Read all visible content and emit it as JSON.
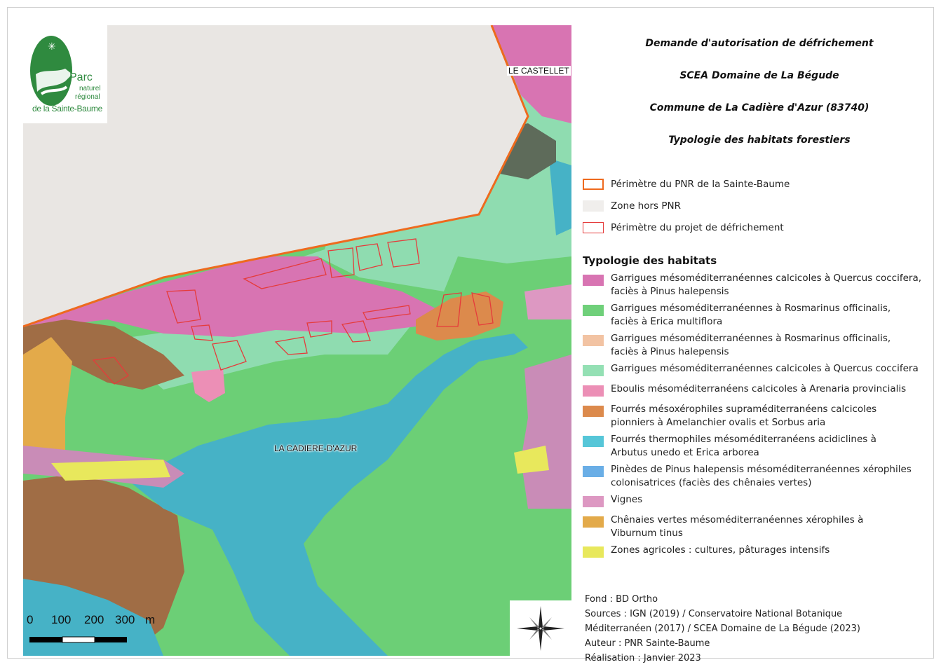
{
  "logo": {
    "parc": "Parc",
    "naturel": "naturel",
    "regional": "régional",
    "sainte_baume": "de la Sainte-Baume"
  },
  "titles": [
    "Demande d'autorisation de défrichement",
    "SCEA Domaine de La Bégude",
    "Commune de La Cadière d'Azur (83740)",
    "Typologie des habitats forestiers"
  ],
  "map_labels": {
    "castellet": "LE CASTELLET",
    "cadiere": "LA CADIERE-D'AZUR"
  },
  "legend": {
    "boundaries": [
      {
        "label": "Périmètre du PNR de la Sainte-Baume",
        "fill": "#ffffff",
        "stroke": "#ee6a1e"
      },
      {
        "label": "Zone hors PNR",
        "fill": "#f0eeec",
        "stroke": "#f0eeec"
      },
      {
        "label": "Périmètre du projet de défrichement",
        "fill": "#ffffff",
        "stroke": "#e53b3b"
      }
    ],
    "habitat_title": "Typologie des habitats",
    "habitats": [
      {
        "lines": [
          "Garrigues mésoméditerranéennes calcicoles à Quercus coccifera,",
          "faciès à Pinus halepensis"
        ],
        "color": "#d874b2"
      },
      {
        "lines": [
          "Garrigues mésoméditerranéennes à Rosmarinus officinalis,",
          "faciès à Erica multiflora"
        ],
        "color": "#6fd07a"
      },
      {
        "lines": [
          "Garrigues mésoméditerranéennes à Rosmarinus officinalis,",
          "faciès à Pinus halepensis"
        ],
        "color": "#f2c3a3"
      },
      {
        "lines": [
          "Garrigues mésoméditerranéennes calcicoles à Quercus coccifera"
        ],
        "color": "#94e0b4"
      },
      {
        "lines": [
          "Eboulis mésoméditerranéens calcicoles à Arenaria provincialis"
        ],
        "color": "#ec8fb6"
      },
      {
        "lines": [
          "Fourrés mésoxérophiles supraméditerranéens calcicoles",
          "pionniers à Amelanchier ovalis et Sorbus aria"
        ],
        "color": "#dc8a4c"
      },
      {
        "lines": [
          "Fourrés thermophiles mésoméditerranéens acidiclines à",
          "Arbutus unedo et Erica arborea"
        ],
        "color": "#56c6d8"
      },
      {
        "lines": [
          "Pinèdes de Pinus halepensis mésoméditerranéennes xérophiles",
          "colonisatrices (faciès des chênaies vertes)"
        ],
        "color": "#6aaee6"
      },
      {
        "lines": [
          "Vignes"
        ],
        "color": "#dd98c2"
      },
      {
        "lines": [
          "Chênaies vertes mésoméditerranéennes xérophiles à",
          "Viburnum tinus"
        ],
        "color": "#e3aa4a"
      },
      {
        "lines": [
          "Zones agricoles : cultures, pâturages intensifs"
        ],
        "color": "#e8e85c"
      }
    ]
  },
  "scale": {
    "ticks": [
      "0",
      "100",
      "200",
      "300"
    ],
    "unit": "m"
  },
  "credits": [
    "Fond : BD Ortho",
    "Sources : IGN (2019) / Conservatoire National Botanique",
    "Méditerranéen (2017)  / SCEA Domaine de La Bégude (2023)",
    "Auteur : PNR Sainte-Baume",
    "Réalisation : Janvier 2023"
  ]
}
